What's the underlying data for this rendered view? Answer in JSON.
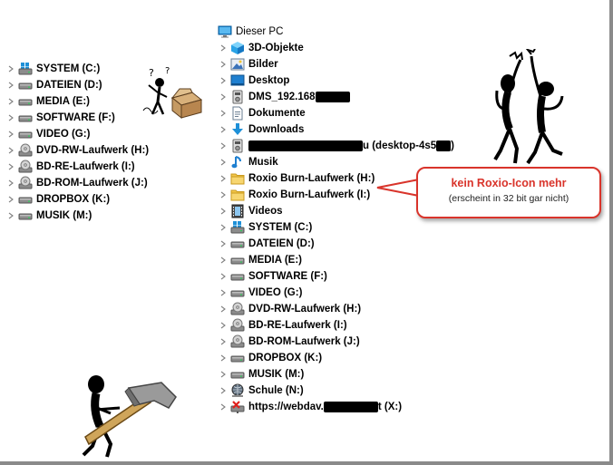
{
  "left_tree": [
    {
      "label": "SYSTEM (C:)",
      "icon": "system-drive-icon"
    },
    {
      "label": "DATEIEN (D:)",
      "icon": "drive-icon"
    },
    {
      "label": "MEDIA (E:)",
      "icon": "drive-icon"
    },
    {
      "label": "SOFTWARE (F:)",
      "icon": "drive-icon"
    },
    {
      "label": "VIDEO (G:)",
      "icon": "drive-icon"
    },
    {
      "label": "DVD-RW-Laufwerk (H:)",
      "icon": "optical-drive-icon"
    },
    {
      "label": "BD-RE-Laufwerk (I:)",
      "icon": "optical-drive-icon"
    },
    {
      "label": "BD-ROM-Laufwerk (J:)",
      "icon": "optical-drive-icon"
    },
    {
      "label": "DROPBOX (K:)",
      "icon": "drive-icon"
    },
    {
      "label": "MUSIK (M:)",
      "icon": "drive-icon"
    }
  ],
  "right_tree": {
    "root": {
      "label": "Dieser PC",
      "icon": "this-pc-icon"
    },
    "items": [
      {
        "label": "3D-Objekte",
        "icon": "3d-objects-icon"
      },
      {
        "label": "Bilder",
        "icon": "pictures-icon"
      },
      {
        "label": "Desktop",
        "icon": "desktop-icon"
      },
      {
        "label": "DMS_192.168",
        "icon": "media-device-icon",
        "redact": 38
      },
      {
        "label": "Dokumente",
        "icon": "documents-icon"
      },
      {
        "label": "Downloads",
        "icon": "downloads-icon"
      },
      {
        "label": "u (desktop-4s5",
        "icon": "media-device-icon",
        "prefix_redact": 126,
        "redact": 16,
        "suffix": ")"
      },
      {
        "label": "Musik",
        "icon": "music-icon"
      },
      {
        "label": "Roxio Burn-Laufwerk (H:)",
        "icon": "folder-icon"
      },
      {
        "label": "Roxio Burn-Laufwerk (I:)",
        "icon": "folder-icon"
      },
      {
        "label": "Videos",
        "icon": "videos-icon"
      },
      {
        "label": "SYSTEM (C:)",
        "icon": "system-drive-icon"
      },
      {
        "label": "DATEIEN (D:)",
        "icon": "drive-icon"
      },
      {
        "label": "MEDIA (E:)",
        "icon": "drive-icon"
      },
      {
        "label": "SOFTWARE (F:)",
        "icon": "drive-icon"
      },
      {
        "label": "VIDEO (G:)",
        "icon": "drive-icon"
      },
      {
        "label": "DVD-RW-Laufwerk (H:)",
        "icon": "optical-drive-icon"
      },
      {
        "label": "BD-RE-Laufwerk (I:)",
        "icon": "optical-drive-icon"
      },
      {
        "label": "BD-ROM-Laufwerk (J:)",
        "icon": "optical-drive-icon"
      },
      {
        "label": "DROPBOX (K:)",
        "icon": "drive-icon"
      },
      {
        "label": "MUSIK (M:)",
        "icon": "drive-icon"
      },
      {
        "label": "Schule (N:)",
        "icon": "network-drive-icon"
      },
      {
        "label": "https://webdav.",
        "icon": "disconnected-network-drive-icon",
        "redact": 60,
        "suffix": "t (X:)"
      }
    ]
  },
  "callout": {
    "title": "kein Roxio-Icon mehr",
    "subtitle": "(erscheint in 32 bit gar nicht)"
  },
  "colors": {
    "callout_red": "#d9342b",
    "folder_yellow": "#f3c64a",
    "drive_gray": "#7d7d7d",
    "windows_blue": "#1e90d8"
  }
}
